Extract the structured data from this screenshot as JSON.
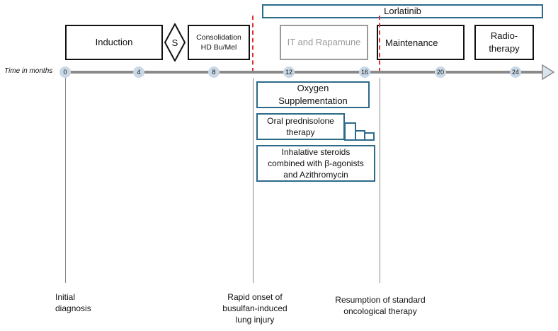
{
  "axis": {
    "title": "Time in months",
    "ticks": [
      "0",
      "4",
      "8",
      "12",
      "16",
      "20",
      "24"
    ]
  },
  "phases": {
    "lorlatinib": "Lorlatinib",
    "induction": "Induction",
    "s_marker": "S",
    "consolidation": "Consolidation\nHD Bu/Mel",
    "it_rapamune": "IT and Rapamune",
    "maintenance": "Maintenance",
    "radiotherapy": "Radio-\ntherapy"
  },
  "therapies": {
    "oxygen": "Oxygen\nSupplementation",
    "prednisolone": "Oral prednisolone\ntherapy",
    "inhalative": "Inhalative steroids\ncombined with β-agonists\nand Azithromycin"
  },
  "events": {
    "initial": "Initial\ndiagnosis",
    "onset": "Rapid onset of\nbusulfan-induced\nlung injury",
    "resumption": "Resumption of standard\noncological therapy"
  },
  "colors": {
    "accent_blue": "#2d6a8a",
    "dashed_red": "#e03030",
    "axis_grey": "#8a8a8a",
    "tick_fill": "#c9d8e6"
  }
}
